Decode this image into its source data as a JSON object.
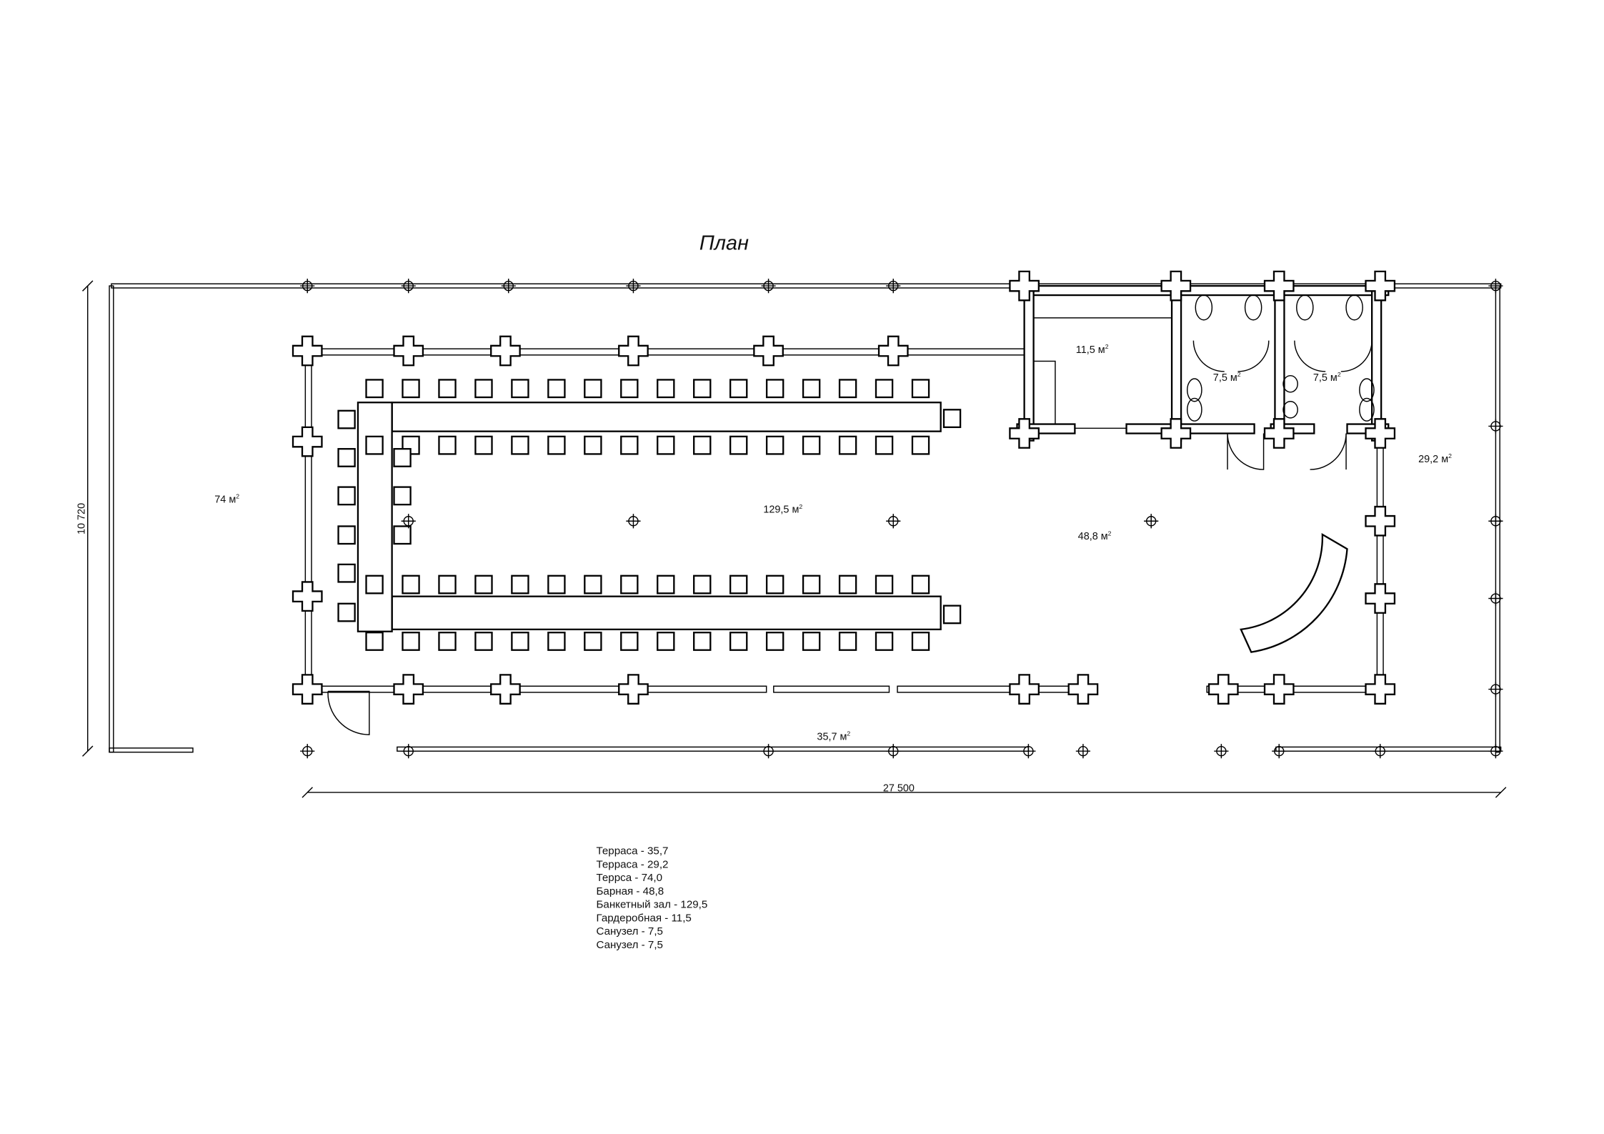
{
  "title": "План",
  "dimensions": {
    "width": "27 500",
    "height": "10 720"
  },
  "areas": {
    "terrace_left": "74 м",
    "banquet": "129,5 м",
    "bar": "48,8 м",
    "wardrobe": "11,5 м",
    "wc1": "7,5 м",
    "wc2": "7,5 м",
    "terrace_right": "29,2 м",
    "terrace_front": "35,7 м",
    "sup": "2"
  },
  "legend": [
    "Терраса - 35,7",
    "Терраса - 29,2",
    "Террса - 74,0",
    "Барная - 48,8",
    "Банкетный зал - 129,5",
    "Гардеробная - 11,5",
    "Санузел - 7,5",
    "Санузел - 7,5"
  ]
}
